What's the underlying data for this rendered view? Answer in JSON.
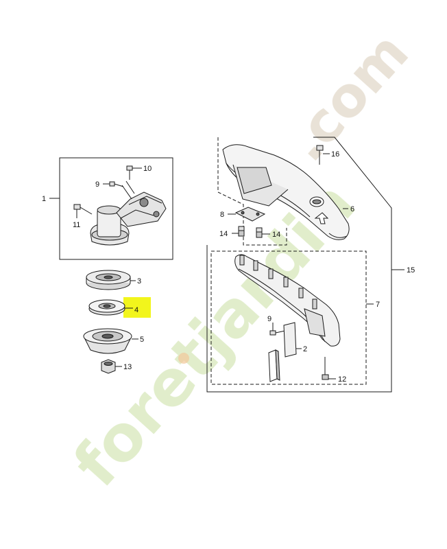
{
  "watermark": {
    "text_main": "foretjardin",
    "text_tld": ".com",
    "colors": {
      "main": "#c8dea0",
      "tld": "#d8cbb6",
      "accent": "#f2c79a"
    }
  },
  "callouts": {
    "c1": "1",
    "c2": "2",
    "c3": "3",
    "c4": "4",
    "c5": "5",
    "c6": "6",
    "c7": "7",
    "c8": "8",
    "c9a": "9",
    "c9b": "9",
    "c10": "10",
    "c11": "11",
    "c12": "12",
    "c13": "13",
    "c14a": "14",
    "c14b": "14",
    "c15": "15",
    "c16": "16"
  },
  "highlight": {
    "part": "4",
    "color": "#f2f51c"
  },
  "colors": {
    "line": "#1a1a1a",
    "fill_light": "#f4f4f4",
    "fill_mid": "#d9d9d9",
    "fill_dark": "#8a8a8a"
  }
}
